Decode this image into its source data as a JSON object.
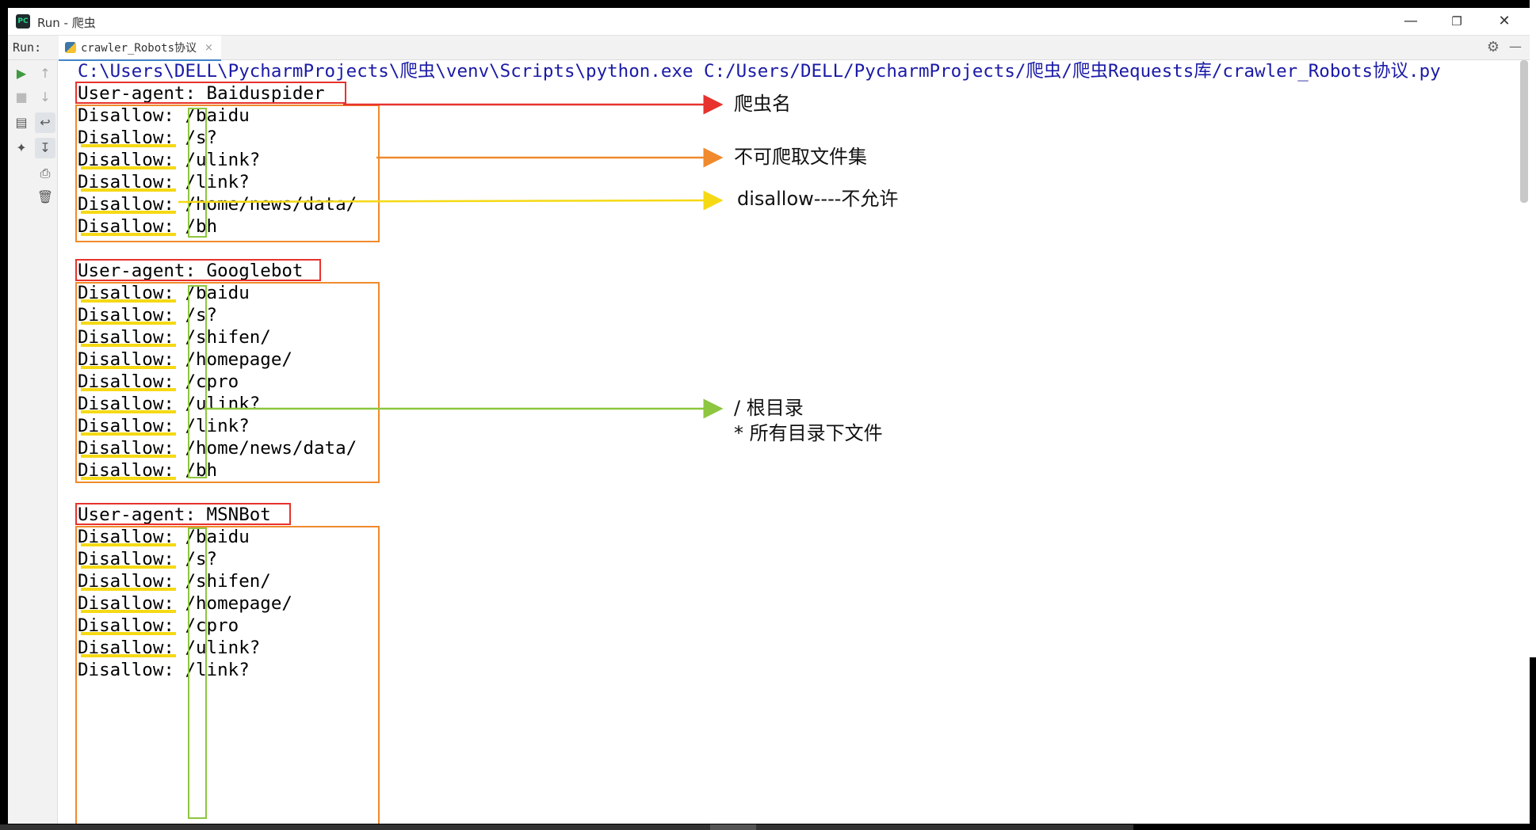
{
  "window": {
    "title": "Run - 爬虫",
    "app_icon": "pc-icon",
    "controls": [
      "minimize",
      "restore",
      "close"
    ]
  },
  "run_panel": {
    "label": "Run:",
    "tab_label": "crawler_Robots协议",
    "tab_close": "×"
  },
  "console": {
    "command": "C:\\Users\\DELL\\PycharmProjects\\爬虫\\venv\\Scripts\\python.exe C:/Users/DELL/PycharmProjects/爬虫/爬虫Requests库/crawler_Robots协议.py",
    "groups": [
      {
        "user_agent": "User-agent: Baiduspider",
        "rules": [
          "Disallow: /baidu",
          "Disallow: /s?",
          "Disallow: /ulink?",
          "Disallow: /link?",
          "Disallow: /home/news/data/",
          "Disallow: /bh"
        ]
      },
      {
        "user_agent": "User-agent: Googlebot",
        "rules": [
          "Disallow: /baidu",
          "Disallow: /s?",
          "Disallow: /shifen/",
          "Disallow: /homepage/",
          "Disallow: /cpro",
          "Disallow: /ulink?",
          "Disallow: /link?",
          "Disallow: /home/news/data/",
          "Disallow: /bh"
        ]
      },
      {
        "user_agent": "User-agent: MSNBot",
        "rules": [
          "Disallow: /baidu",
          "Disallow: /s?",
          "Disallow: /shifen/",
          "Disallow: /homepage/",
          "Disallow: /cpro",
          "Disallow: /ulink?",
          "Disallow: /link?"
        ]
      }
    ]
  },
  "annotations": {
    "crawler_name": "爬虫名",
    "disallowed_set": "不可爬取文件集",
    "disallow_meaning": "disallow----不允许",
    "root_dir": "/ 根目录",
    "all_files": "* 所有目录下文件"
  },
  "colors": {
    "red_box": "#e8322d",
    "orange_box": "#f08a2c",
    "yellow": "#f5d915",
    "green": "#8dc63f",
    "command_text": "#1a1aa6"
  }
}
